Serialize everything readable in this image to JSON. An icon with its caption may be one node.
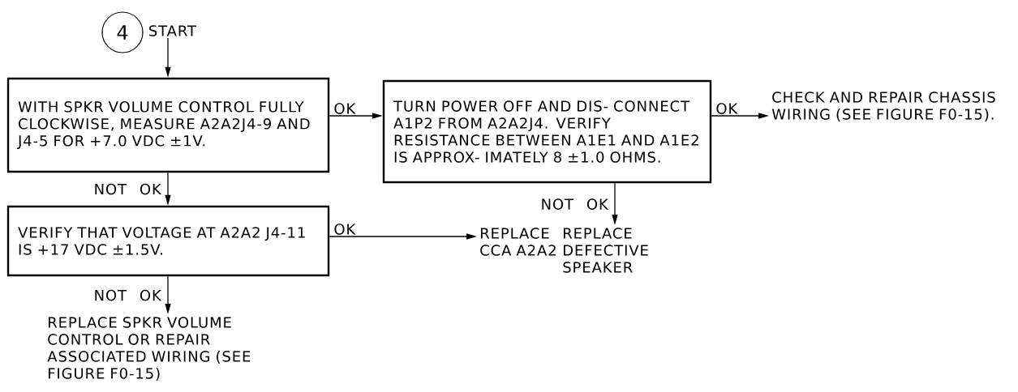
{
  "diagram": {
    "nodes": [
      {
        "text": [
          "4"
        ],
        "beside": [
          "START"
        ]
      },
      {
        "text": [
          "WITH SPKR VOLUME CONTROL FULLY CLOCKWISE, MEASURE A2A2J4-9 AND J4-5 FOR +7.0 VDC ±1V."
        ]
      },
      {
        "text": [
          "TURN POWER OFF AND DIS- CONNECT A1P2 FROM A2A2J4. VERIFY RESISTANCE BETWEEN A1E1 AND A1E2 IS APPROX- IMATELY 8 ±1.0 OHMS."
        ]
      },
      {
        "text": [
          "CHECK AND REPAIR CHASSIS WIRING (SEE FIGURE F0-15)."
        ]
      },
      {
        "text": [
          "VERIFY THAT VOLTAGE AT A2A2 J4-11 IS +17 VDC ±1.5V."
        ]
      },
      {
        "text": [
          "REPLACE CCA A2A2"
        ]
      },
      {
        "text": [
          "REPLACE DEFECTIVE SPEAKER"
        ]
      },
      {
        "text": [
          "REPLACE SPKR VOLUME CONTROL OR REPAIR ASSOCIATED WIRING (SEE FIGURE F0-15)"
        ]
      }
    ],
    "edges": [
      {
        "from": 0,
        "to": 1,
        "arrow": "to"
      },
      {
        "from": 1,
        "to": 2,
        "arrow": "to",
        "label": "OK"
      },
      {
        "from": 2,
        "to": 3,
        "arrow": "to",
        "label": "OK"
      },
      {
        "from": 1,
        "to": 4,
        "arrow": "to",
        "label": "NOT OK"
      },
      {
        "from": 2,
        "to": 6,
        "arrow": "to",
        "label": "NOT OK"
      },
      {
        "from": 4,
        "to": 5,
        "arrow": "to",
        "label": "OK"
      },
      {
        "from": 4,
        "to": 7,
        "arrow": "to",
        "label": "NOT OK"
      }
    ]
  }
}
